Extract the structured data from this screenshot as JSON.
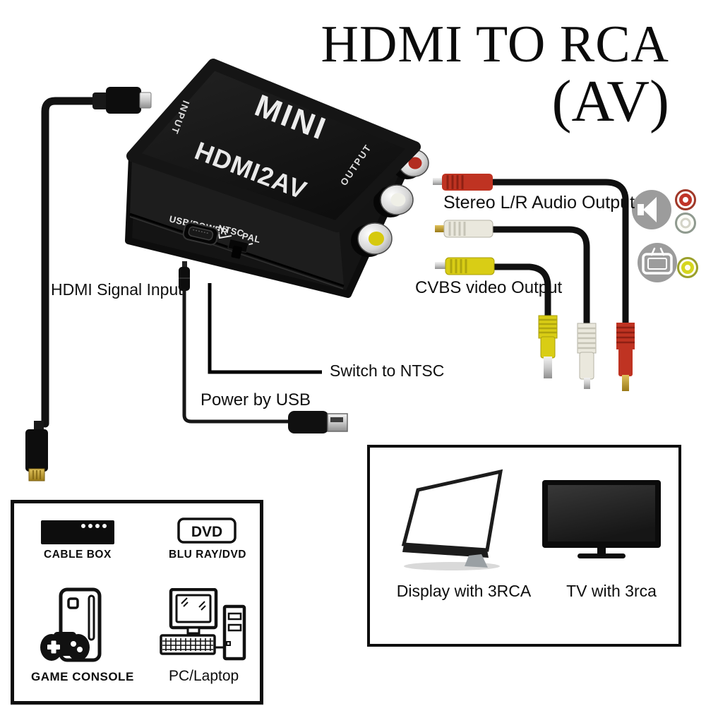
{
  "title": {
    "line1": "HDMI TO RCA",
    "line2": "(AV)"
  },
  "device": {
    "brand": "MINI",
    "model": "HDMI2AV",
    "side_labels": {
      "input": "INPUT",
      "output": "OUTPUT"
    },
    "front_labels": {
      "usb_power": "USB/POWER",
      "ntsc": "NTSC",
      "pal": "PAL"
    },
    "body_color": "#161616"
  },
  "callouts": {
    "hdmi_input": "HDMI Signal Input",
    "stereo_output": "Stereo L/R Audio Output",
    "cvbs_output": "CVBS video Output",
    "switch_ntsc": "Switch to NTSC",
    "power_usb": "Power by USB"
  },
  "connector_colors": {
    "audio_right_red": "#bf3322",
    "audio_left_white": "#eae8dd",
    "video_yellow": "#d9cd15",
    "cable_black": "#101010",
    "legend_circle_gray": "#9c9c9c"
  },
  "sources_box": {
    "items": [
      {
        "icon": "cable-box-icon",
        "label": "CABLE BOX"
      },
      {
        "icon": "dvd-player-icon",
        "icon_text": "DVD",
        "label": "BLU RAY/DVD"
      },
      {
        "icon": "game-console-icon",
        "label": "GAME CONSOLE"
      },
      {
        "icon": "desktop-pc-icon",
        "label": "PC/Laptop"
      }
    ]
  },
  "displays_box": {
    "items": [
      {
        "icon": "monitor-icon",
        "label": "Display with 3RCA"
      },
      {
        "icon": "flatscreen-tv-icon",
        "label": "TV with 3rca"
      }
    ]
  }
}
